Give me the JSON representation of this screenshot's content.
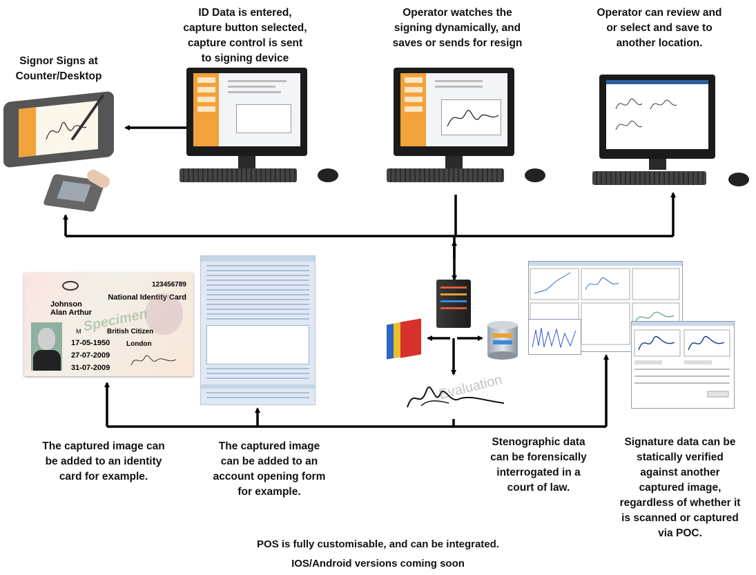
{
  "captions": {
    "signor": [
      "Signor Signs at",
      "Counter/Desktop"
    ],
    "id_data": [
      "ID Data is entered,",
      "capture button selected,",
      "capture control is sent",
      "to signing device"
    ],
    "operator_watch": [
      "Operator watches the",
      "signing dynamically, and",
      "saves or sends for resign"
    ],
    "operator_review": [
      "Operator can review and",
      "or select and save to",
      "another location."
    ],
    "id_card": [
      "The captured image can",
      "be added to an identity",
      "card for example."
    ],
    "account_form": [
      "The captured image",
      "can be added to an",
      "account opening form",
      "for example."
    ],
    "stenographic": [
      "Stenographic data",
      "can be forensically",
      "interrogated in a",
      "court of law."
    ],
    "verification": [
      "Signature data can be",
      "statically verified",
      "against another",
      "captured image,",
      "regardless of whether it",
      "is scanned or captured",
      "via POC."
    ]
  },
  "footer": {
    "line1": "POS is fully customisable, and can be integrated.",
    "line2": "IOS/Android versions coming soon"
  },
  "id_card": {
    "number": "123456789",
    "title": "National Identity Card",
    "surname": "Johnson",
    "forenames": "Alan Arthur",
    "watermark": "Specimen",
    "sex": "M",
    "nationality": "British Citizen",
    "dob": "17-05-1950",
    "place_of_birth": "London",
    "issue_date": "27-07-2009",
    "expiry_date": "31-07-2009"
  },
  "signature_watermark": "Evaluation",
  "colors": {
    "orange": "#f2a23a",
    "arrow": "#000000",
    "screen_bg": "#f2f4f7"
  }
}
